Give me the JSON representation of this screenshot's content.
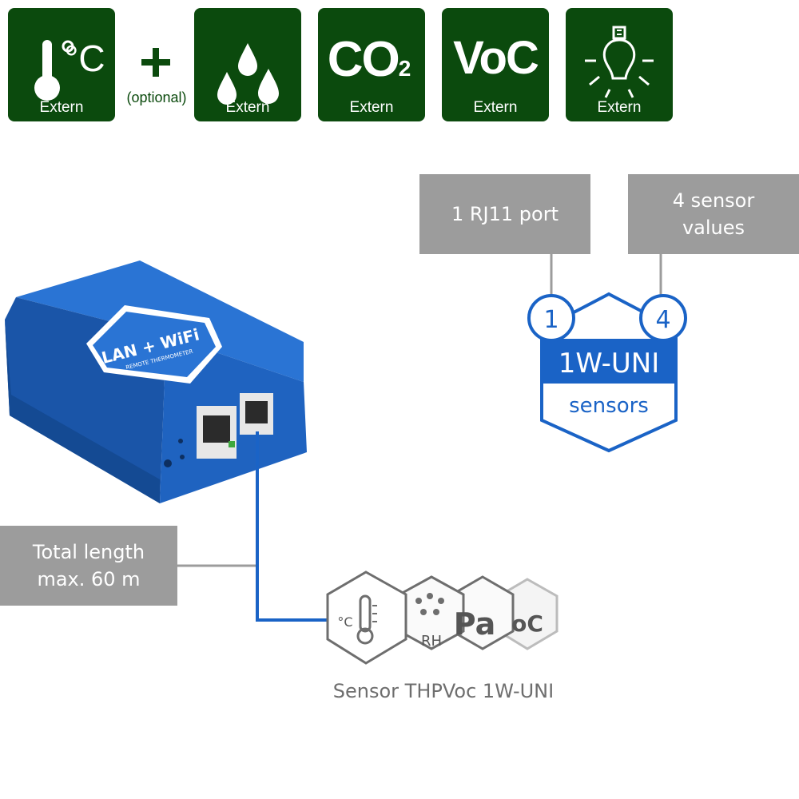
{
  "colors": {
    "tile_green": "#0b4a0d",
    "blue": "#1a63c6",
    "gray_box": "#9c9c9c",
    "caption_gray": "#6e6e6e"
  },
  "top_row": {
    "tiles": [
      {
        "label": "Extern",
        "icon": "thermometer-celsius-icon",
        "text": "°C"
      },
      {
        "label": "Extern",
        "icon": "humidity-drops-icon"
      },
      {
        "label": "Extern",
        "text": "CO",
        "subscript": "2"
      },
      {
        "label": "Extern",
        "text": "VoC"
      },
      {
        "label": "Extern",
        "icon": "light-bulb-icon"
      }
    ],
    "plus_label": "(optional)"
  },
  "device": {
    "badge_title": "LAN + WiFi",
    "badge_subtitle": "REMOTE THERMOMETER"
  },
  "callouts": {
    "port": "1 RJ11 port",
    "sensor_values_line1": "4 sensor",
    "sensor_values_line2": "values",
    "length_line1": "Total length",
    "length_line2": "max. 60 m"
  },
  "uni_badge": {
    "left_number": "1",
    "right_number": "4",
    "title": "1W-UNI",
    "subtitle": "sensors"
  },
  "sensor_hexes": {
    "celsius": "°C",
    "rh": "RH",
    "pa": "Pa",
    "voc": "oC"
  },
  "sensor_caption": "Sensor THPVoc 1W-UNI"
}
